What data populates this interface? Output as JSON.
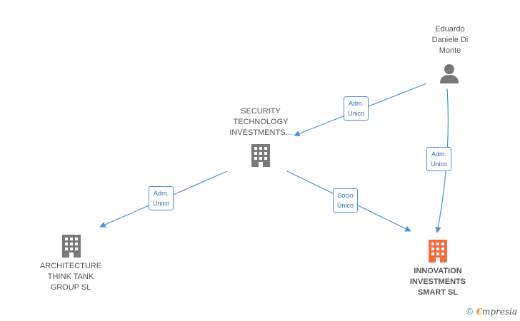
{
  "nodes": {
    "person": {
      "lines": [
        "Eduardo",
        "Daniele Di",
        "Monte"
      ]
    },
    "security": {
      "lines": [
        "SECURITY",
        "TECHNOLOGY",
        "INVESTMENTS..."
      ]
    },
    "architecture": {
      "lines": [
        "ARCHITECTURE",
        "THINK TANK",
        "GROUP  SL"
      ]
    },
    "innovation": {
      "lines": [
        "INNOVATION",
        "INVESTMENTS",
        "SMART  SL"
      ]
    }
  },
  "edges": {
    "person_to_security": {
      "lines": [
        "Adm.",
        "Unico"
      ]
    },
    "person_to_innovation": {
      "lines": [
        "Adm.",
        "Unico"
      ]
    },
    "security_to_architecture": {
      "lines": [
        "Adm.",
        "Unico"
      ]
    },
    "security_to_innovation": {
      "lines": [
        "Socio",
        "Único"
      ]
    }
  },
  "colors": {
    "edge": "#4a90d9",
    "company_icon": "#7a7a7a",
    "highlight_icon": "#f26a3d",
    "person_icon": "#777777"
  },
  "brand": {
    "copyright": "©",
    "logo_initial": "€",
    "logo_rest": "mpresia"
  }
}
